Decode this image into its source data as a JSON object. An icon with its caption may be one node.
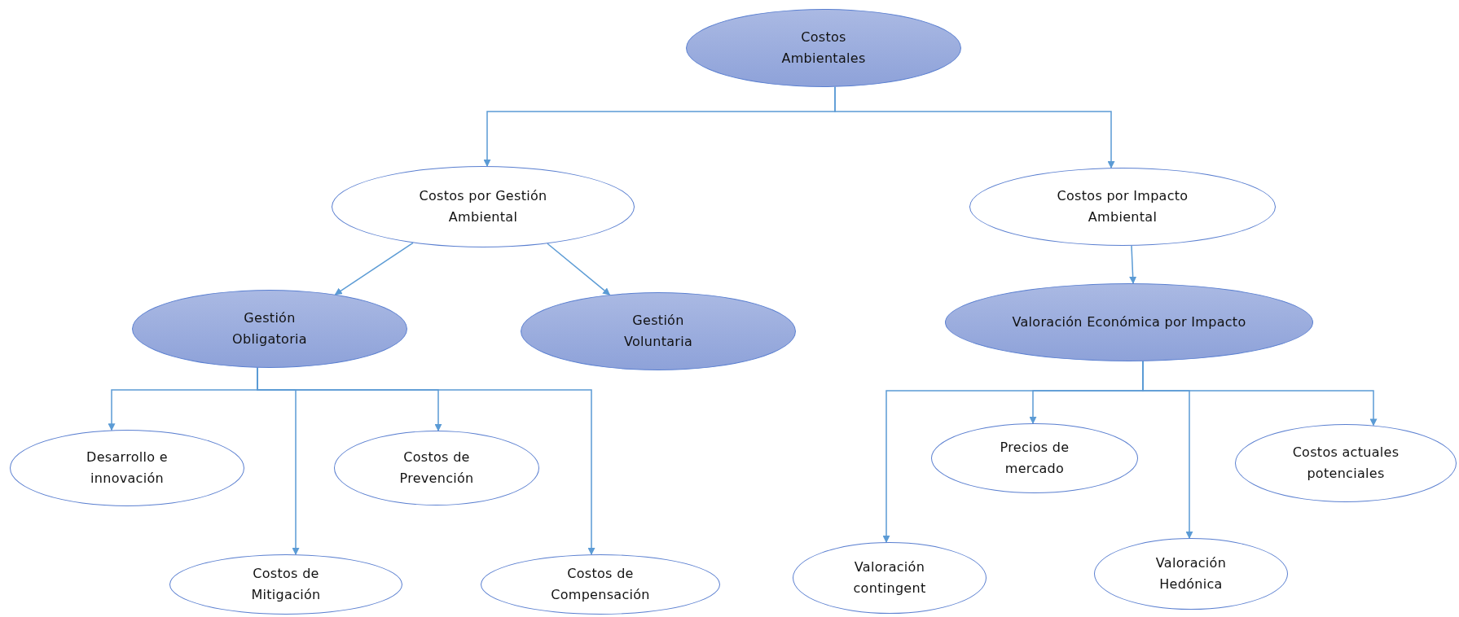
{
  "diagram": {
    "nodes": [
      {
        "text": [
          "Costos Ambientales"
        ]
      },
      {
        "text": [
          "Costos por Gestión Ambiental"
        ]
      },
      {
        "text": [
          "Costos por Impacto Ambiental"
        ]
      },
      {
        "text": [
          "Gestión Obligatoria"
        ]
      },
      {
        "text": [
          "Gestión Voluntaria"
        ]
      },
      {
        "text": [
          "Valoración Económica por Impacto"
        ]
      },
      {
        "text": [
          "Desarrollo e innovación"
        ]
      },
      {
        "text": [
          "Costos de Prevención"
        ]
      },
      {
        "text": [
          "Costos de Mitigación"
        ]
      },
      {
        "text": [
          "Costos de Compensación"
        ]
      },
      {
        "text": [
          "Precios de mercado"
        ]
      },
      {
        "text": [
          "Costos actuales potenciales"
        ]
      },
      {
        "text": [
          "Valoración contingent"
        ]
      },
      {
        "text": [
          "Valoración Hedónica"
        ]
      }
    ],
    "edges": [
      {
        "from": 0,
        "to": 1,
        "arrow": "to"
      },
      {
        "from": 0,
        "to": 2,
        "arrow": "to"
      },
      {
        "from": 1,
        "to": 3,
        "arrow": "to"
      },
      {
        "from": 1,
        "to": 4,
        "arrow": "to"
      },
      {
        "from": 2,
        "to": 5,
        "arrow": "to"
      },
      {
        "from": 3,
        "to": 6,
        "arrow": "to"
      },
      {
        "from": 3,
        "to": 8,
        "arrow": "to"
      },
      {
        "from": 3,
        "to": 7,
        "arrow": "to"
      },
      {
        "from": 3,
        "to": 9,
        "arrow": "to"
      },
      {
        "from": 5,
        "to": 12,
        "arrow": "to"
      },
      {
        "from": 5,
        "to": 10,
        "arrow": "to"
      },
      {
        "from": 5,
        "to": 13,
        "arrow": "to"
      },
      {
        "from": 5,
        "to": 11,
        "arrow": "to"
      }
    ]
  }
}
